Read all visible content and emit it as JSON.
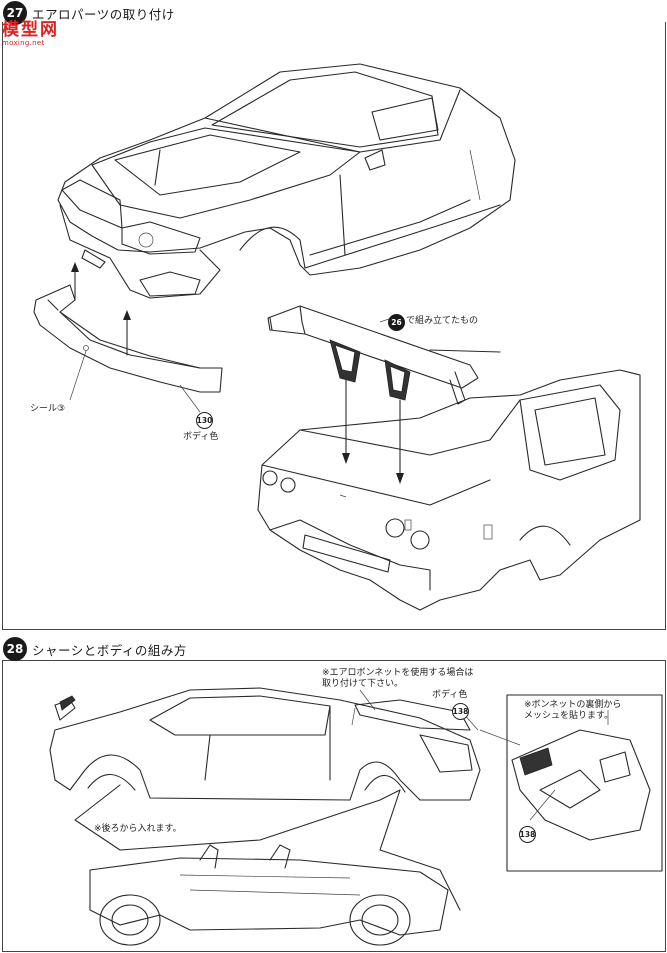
{
  "watermark": {
    "name": "模型网",
    "url": "moxing.net"
  },
  "steps": [
    {
      "number": "27",
      "title": "エアロパーツの取り付け"
    },
    {
      "number": "28",
      "title": "シャーシとボディの組み方"
    }
  ],
  "step27": {
    "decal_label": "シール③",
    "front_spoiler": {
      "part_number": "130",
      "color_label": "ボディ色"
    },
    "wing": {
      "part_number": "26",
      "label": "で組み立てたもの"
    }
  },
  "step28": {
    "hood_note": "※エアロボンネットを使用する場合は\n取り付けて下さい。",
    "hood": {
      "part_number": "138",
      "color_label": "ボディ色"
    },
    "mesh_note": "※ボンネットの裏側から\nメッシュを貼ります。",
    "mesh_part_number": "138",
    "rear_note": "※後ろから入れます。"
  }
}
